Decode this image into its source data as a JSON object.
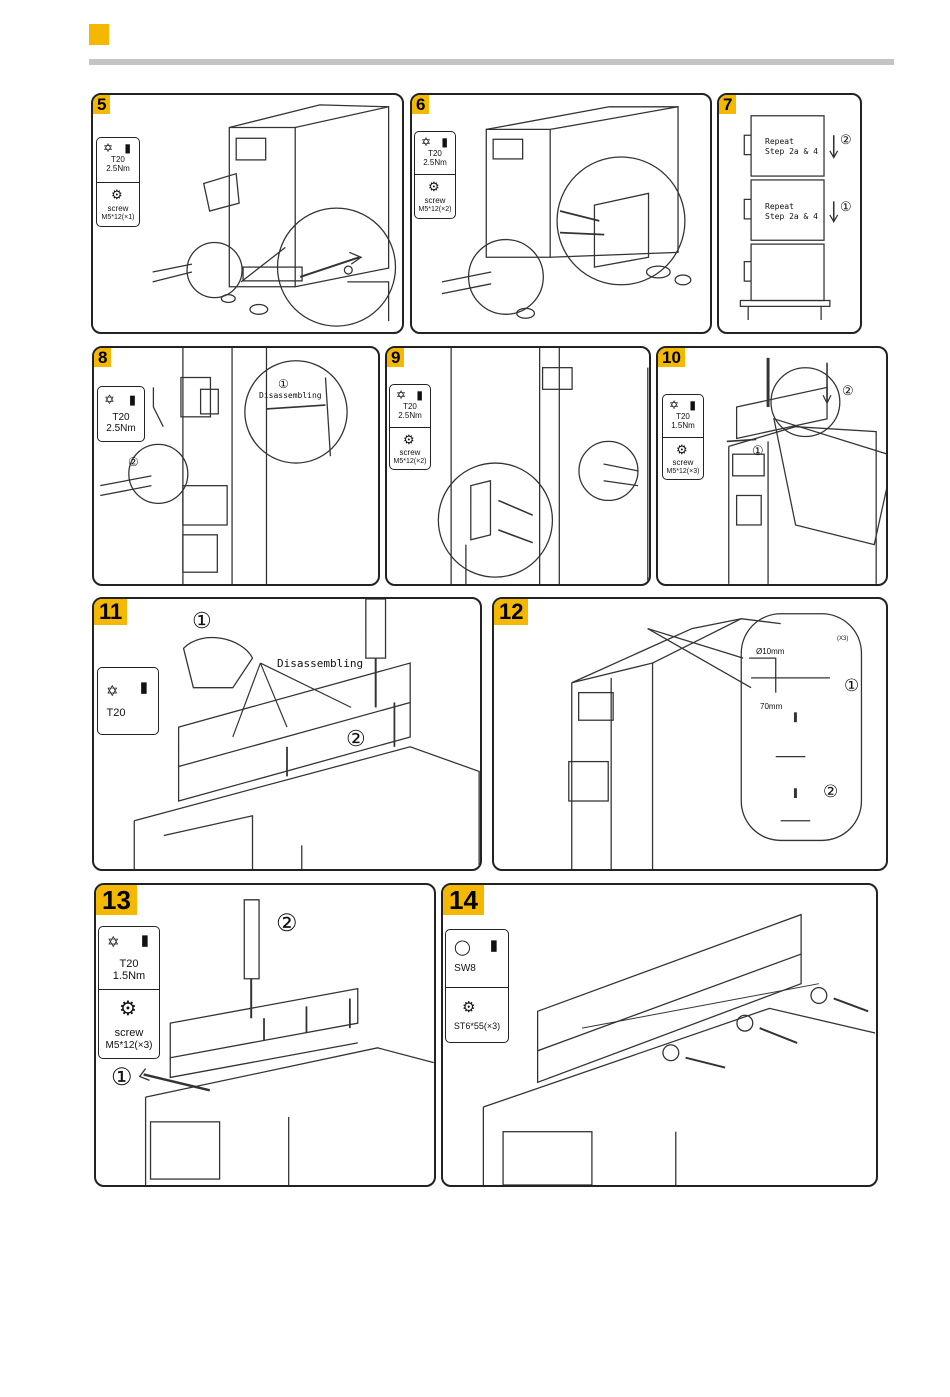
{
  "page": {
    "accent": "#f5b800",
    "rule_color": "#c4c4c4",
    "border_color": "#222222"
  },
  "steps": {
    "s5": {
      "num": "5",
      "tool": "T20",
      "torque": "2.5Nm",
      "fastener": "screw",
      "fastener_spec": "M5*12(×1)"
    },
    "s6": {
      "num": "6",
      "tool": "T20",
      "torque": "2.5Nm",
      "fastener": "screw",
      "fastener_spec": "M5*12(×2)"
    },
    "s7": {
      "num": "7",
      "repeat_top": "Repeat\nStep 2a & 4",
      "repeat_mid": "Repeat\nStep 2a & 4",
      "c2": "②",
      "c1": "①"
    },
    "s8": {
      "num": "8",
      "tool": "T20",
      "torque": "2.5Nm",
      "callout": "Disassembling",
      "c1": "①",
      "c2": "②"
    },
    "s9": {
      "num": "9",
      "tool": "T20",
      "torque": "2.5Nm",
      "fastener": "screw",
      "fastener_spec": "M5*12(×2)"
    },
    "s10": {
      "num": "10",
      "tool": "T20",
      "torque": "1.5Nm",
      "fastener": "screw",
      "fastener_spec": "M5*12(×3)",
      "c1": "①",
      "c2": "②"
    },
    "s11": {
      "num": "11",
      "tool": "T20",
      "callout": "Disassembling",
      "c1": "①",
      "c2": "②"
    },
    "s12": {
      "num": "12",
      "qty": "(X3)",
      "dia": "Ø10mm",
      "depth": "70mm",
      "c1": "①",
      "c2": "②"
    },
    "s13": {
      "num": "13",
      "tool": "T20",
      "torque": "1.5Nm",
      "fastener": "screw",
      "fastener_spec": "M5*12(×3)",
      "c1": "①",
      "c2": "②"
    },
    "s14": {
      "num": "14",
      "tool": "SW8",
      "fastener_spec": "ST6*55(×3)"
    }
  }
}
